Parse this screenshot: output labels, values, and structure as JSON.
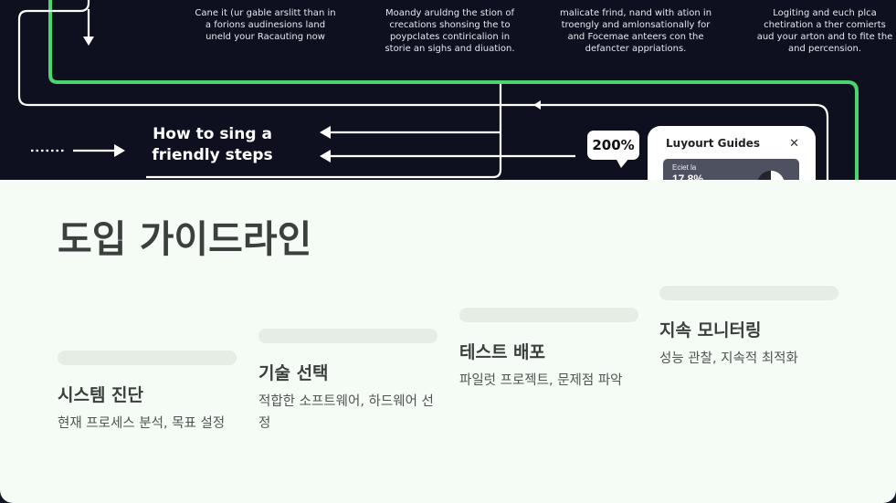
{
  "colors": {
    "panel_bg": "#f5fbf5",
    "accent_green": "#4ad66d",
    "hero_bg": "#0e1020",
    "bar": "#e5ede5"
  },
  "hero": {
    "top_texts": [
      "Cane it (ur gable arslitt than in a forions audinesions land uneld your Racauting now",
      "Moandy aruldng the stion of crecations shonsing the to poypclates contiricalion in storie an sighs and diuation.",
      "malicate frind, nand with ation in troengly and amlonsationally for and Focemae anteers con the defancter appriations.",
      "Logiting and euch plca chetiration a ther comierts aud your arton and to fite the and percension."
    ],
    "howto_line1": "How to sing a",
    "howto_line2": "friendly steps",
    "badge": "200%",
    "guide_card": {
      "title": "Luyourt Guides",
      "close_icon": "close-icon",
      "subtitle": "Eciet la",
      "value": "17.8%"
    }
  },
  "page": {
    "title": "도입 가이드라인"
  },
  "steps": [
    {
      "title": "시스템 진단",
      "desc": "현재 프로세스 분석, 목표 설정"
    },
    {
      "title": "기술 선택",
      "desc": "적합한 소프트웨어, 하드웨어 선정"
    },
    {
      "title": "테스트 배포",
      "desc": "파일럿 프로젝트, 문제점 파악"
    },
    {
      "title": "지속 모니터링",
      "desc": "성능 관찰, 지속적 최적화"
    }
  ]
}
